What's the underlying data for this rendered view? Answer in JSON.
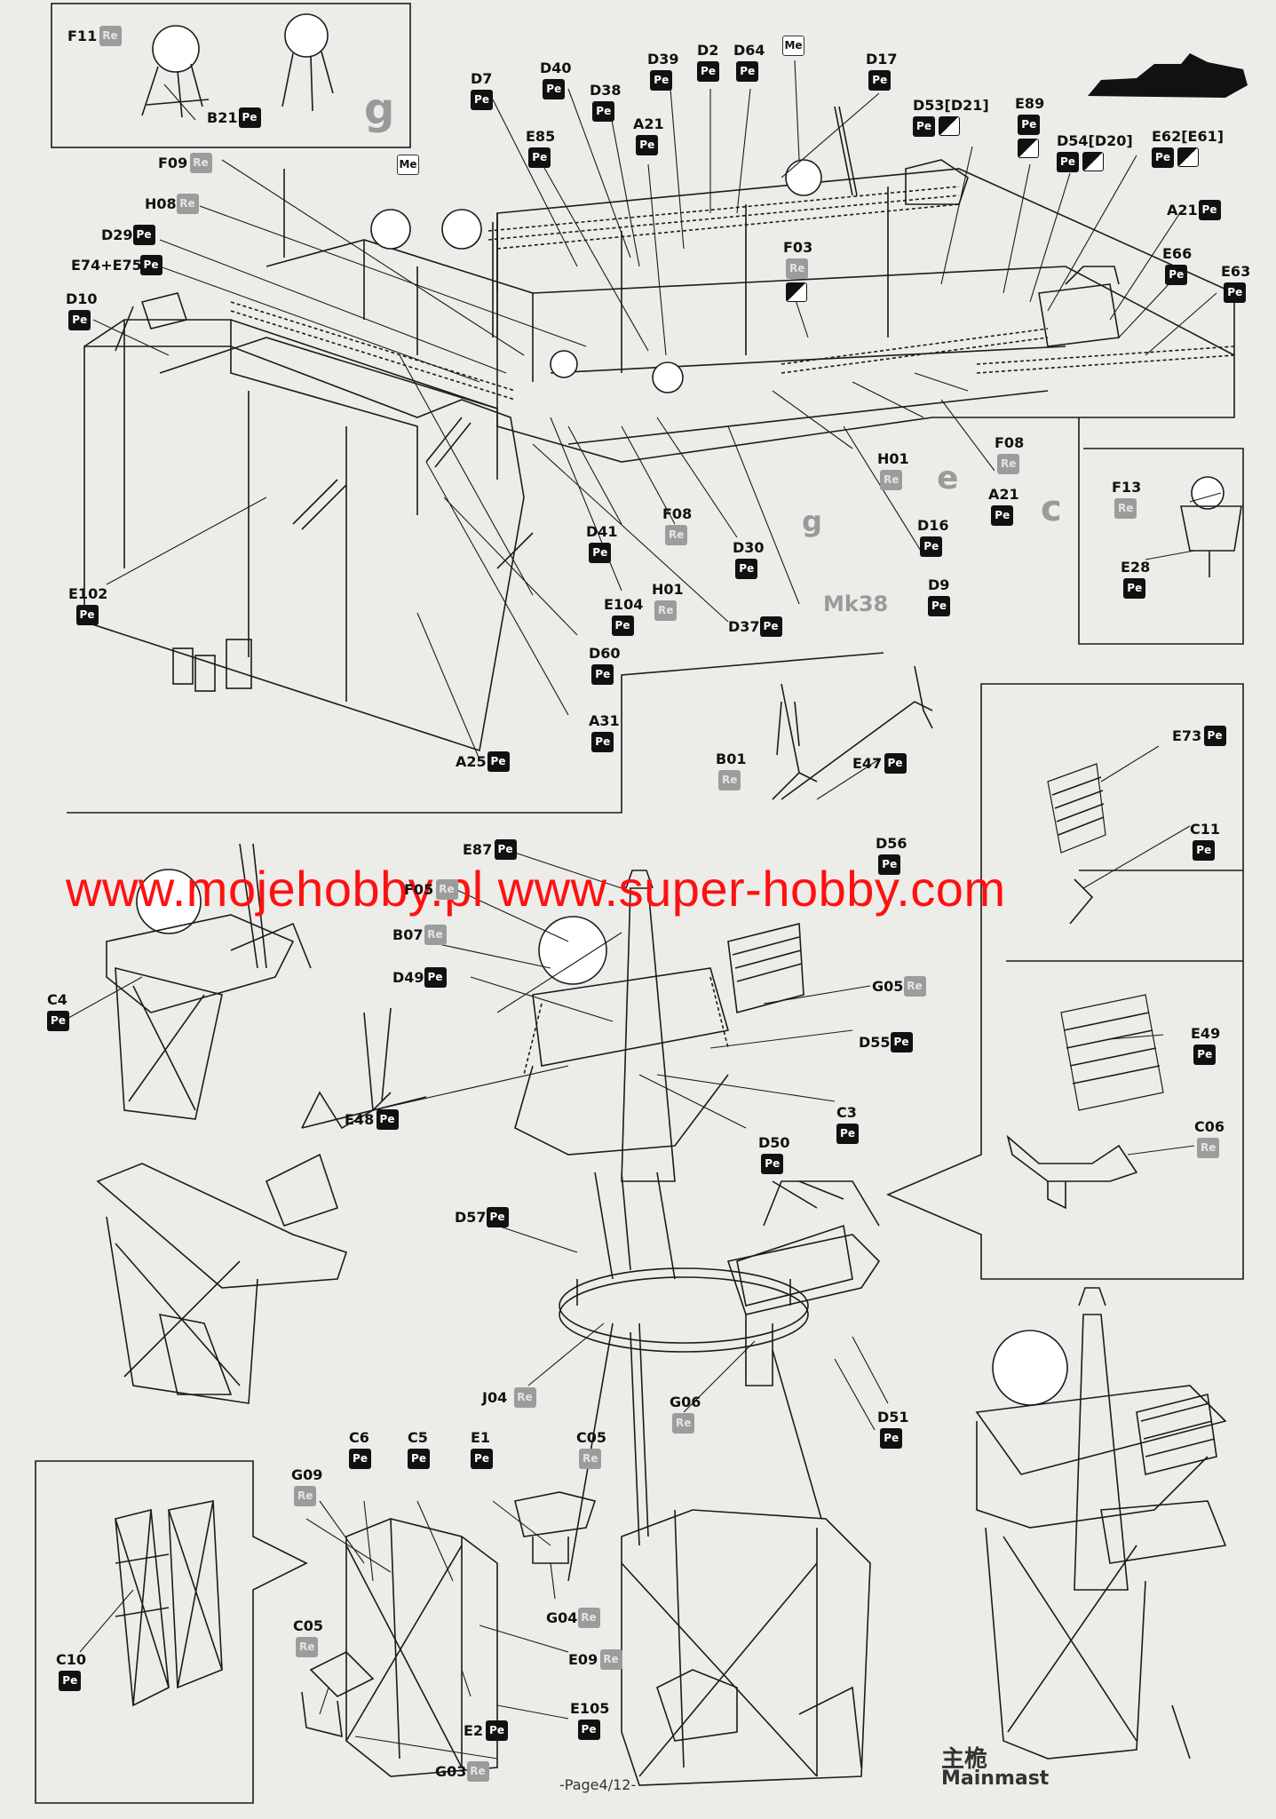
{
  "watermark": "www.mojehobby.pl www.super-hobby.com",
  "footer": "-Page4/12-",
  "mainmast": {
    "chinese": "主桅",
    "english": "Mainmast"
  },
  "step_letters": {
    "g_top": "g",
    "e": "e",
    "g_mid": "g",
    "c": "c",
    "mk38": "Mk38"
  },
  "tag_text": {
    "pe": "Pe",
    "re": "Re",
    "me": "Me"
  },
  "callouts": [
    {
      "id": "F11",
      "tag": "re"
    },
    {
      "id": "B21",
      "tag": "pe"
    },
    {
      "id": "F09",
      "tag": "re"
    },
    {
      "id": "H08",
      "tag": "re"
    },
    {
      "id": "D29",
      "tag": "pe"
    },
    {
      "id": "E74+E75",
      "tag": "pe"
    },
    {
      "id": "D10",
      "tag": "pe"
    },
    {
      "id": "D7",
      "tag": "pe"
    },
    {
      "id": "D40",
      "tag": "pe"
    },
    {
      "id": "D38",
      "tag": "pe"
    },
    {
      "id": "D39",
      "tag": "pe"
    },
    {
      "id": "D2",
      "tag": "pe"
    },
    {
      "id": "D64",
      "tag": "pe"
    },
    {
      "id": "D17",
      "tag": "pe"
    },
    {
      "id": "E85",
      "tag": "pe"
    },
    {
      "id": "A21",
      "tag": "pe"
    },
    {
      "id": "D53[D21]",
      "tag": "pe+sw"
    },
    {
      "id": "E89",
      "tag": "pe+sw"
    },
    {
      "id": "D54[D20]",
      "tag": "pe+sw"
    },
    {
      "id": "E62[E61]",
      "tag": "pe+sw"
    },
    {
      "id": "F03",
      "tag": "re+sw"
    },
    {
      "id": "A21",
      "tag": "pe"
    },
    {
      "id": "E66",
      "tag": "pe"
    },
    {
      "id": "E63",
      "tag": "pe"
    },
    {
      "id": "F08",
      "tag": "re"
    },
    {
      "id": "H01",
      "tag": "re"
    },
    {
      "id": "A21",
      "tag": "pe"
    },
    {
      "id": "D16",
      "tag": "pe"
    },
    {
      "id": "F13",
      "tag": "re"
    },
    {
      "id": "E28",
      "tag": "pe"
    },
    {
      "id": "D41",
      "tag": "pe"
    },
    {
      "id": "F08",
      "tag": "re"
    },
    {
      "id": "D30",
      "tag": "pe"
    },
    {
      "id": "H01",
      "tag": "re"
    },
    {
      "id": "D9",
      "tag": "pe"
    },
    {
      "id": "E102",
      "tag": "pe"
    },
    {
      "id": "E104",
      "tag": "pe"
    },
    {
      "id": "D37",
      "tag": "pe"
    },
    {
      "id": "D60",
      "tag": "pe"
    },
    {
      "id": "A31",
      "tag": "pe"
    },
    {
      "id": "A25",
      "tag": "pe"
    },
    {
      "id": "B01",
      "tag": "re"
    },
    {
      "id": "E47",
      "tag": "pe"
    },
    {
      "id": "E73",
      "tag": "pe"
    },
    {
      "id": "E87",
      "tag": "pe"
    },
    {
      "id": "D56",
      "tag": "pe"
    },
    {
      "id": "C11",
      "tag": "pe"
    },
    {
      "id": "F05",
      "tag": "re"
    },
    {
      "id": "B07",
      "tag": "re"
    },
    {
      "id": "D49",
      "tag": "pe"
    },
    {
      "id": "G05",
      "tag": "re"
    },
    {
      "id": "C4",
      "tag": "pe"
    },
    {
      "id": "D55",
      "tag": "pe"
    },
    {
      "id": "E49",
      "tag": "pe"
    },
    {
      "id": "C3",
      "tag": "pe"
    },
    {
      "id": "E48",
      "tag": "pe"
    },
    {
      "id": "D50",
      "tag": "pe"
    },
    {
      "id": "C06",
      "tag": "re"
    },
    {
      "id": "D57",
      "tag": "pe"
    },
    {
      "id": "J04",
      "tag": "re"
    },
    {
      "id": "G06",
      "tag": "re"
    },
    {
      "id": "D51",
      "tag": "pe"
    },
    {
      "id": "C6",
      "tag": "pe"
    },
    {
      "id": "C5",
      "tag": "pe"
    },
    {
      "id": "E1",
      "tag": "pe"
    },
    {
      "id": "C05",
      "tag": "re"
    },
    {
      "id": "G09",
      "tag": "re"
    },
    {
      "id": "G04",
      "tag": "re"
    },
    {
      "id": "C05",
      "tag": "re"
    },
    {
      "id": "E09",
      "tag": "re"
    },
    {
      "id": "C10",
      "tag": "pe"
    },
    {
      "id": "E105",
      "tag": "pe"
    },
    {
      "id": "E2",
      "tag": "pe"
    },
    {
      "id": "G03",
      "tag": "re"
    }
  ]
}
